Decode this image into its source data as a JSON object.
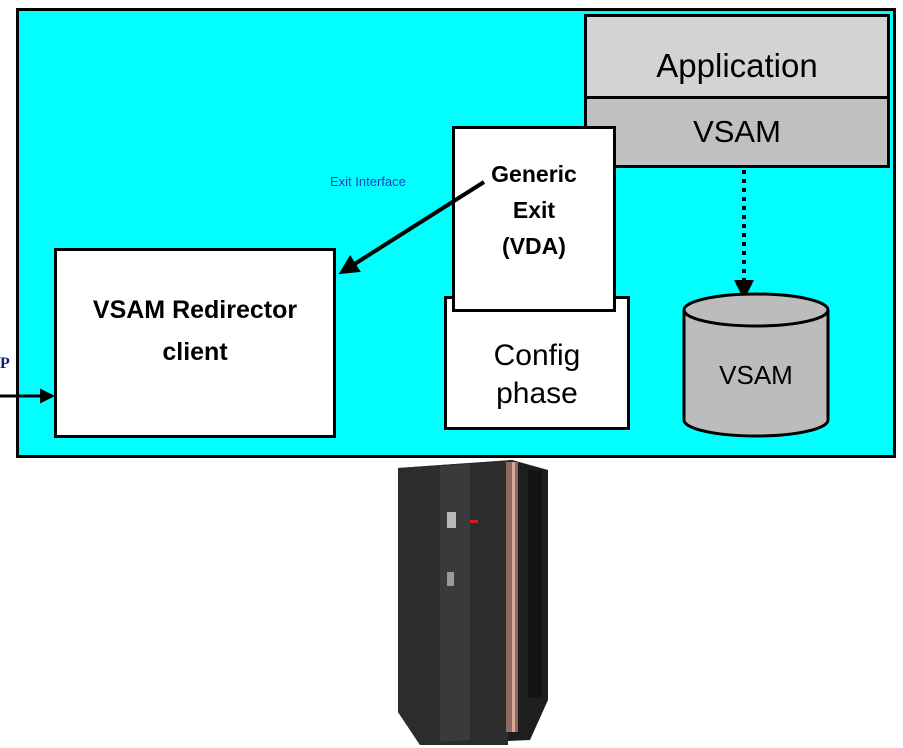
{
  "application": {
    "label": "Application"
  },
  "vsam_layer": {
    "label": "VSAM"
  },
  "generic_exit": {
    "line1": "Generic",
    "line2": "Exit",
    "line3": "(VDA)"
  },
  "config": {
    "line1": "Config",
    "line2": "phase"
  },
  "redirector": {
    "line1": "VSAM Redirector",
    "line2": "client"
  },
  "exit_interface": {
    "label": "Exit Interface"
  },
  "tcp": {
    "label": "P"
  },
  "datastore": {
    "label": "VSAM"
  },
  "colors": {
    "panel": "#00ffff",
    "app": "#d3d3d3",
    "vsam": "#c0c0c0",
    "cylinder": "#bcbcbc"
  }
}
